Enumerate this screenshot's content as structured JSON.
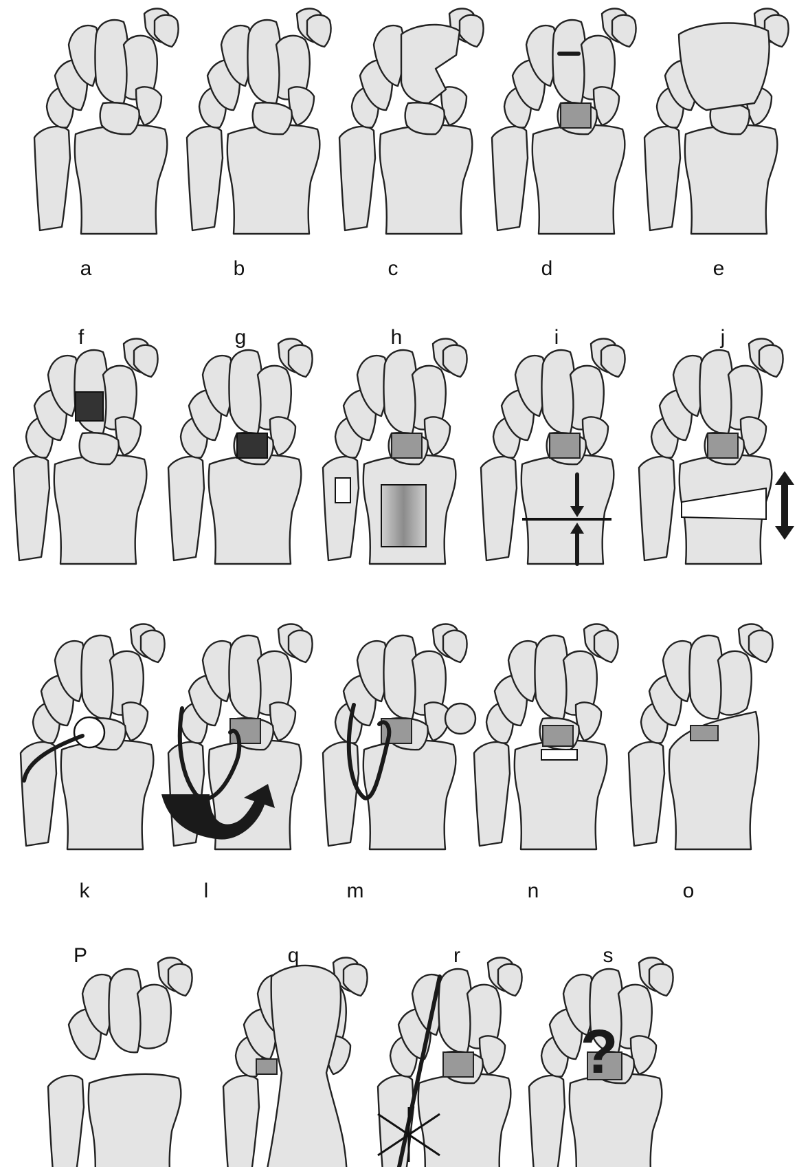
{
  "figure": {
    "panels": [
      {
        "label": "a",
        "variant": "normal"
      },
      {
        "label": "b",
        "variant": "normal"
      },
      {
        "label": "c",
        "variant": "split-capitate"
      },
      {
        "label": "d",
        "variant": "bar-and-graft"
      },
      {
        "label": "e",
        "variant": "fused-carpus"
      },
      {
        "label": "f",
        "variant": "dark-block-graft"
      },
      {
        "label": "g",
        "variant": "dark-lunate"
      },
      {
        "label": "h",
        "variant": "graft-with-radius-windows"
      },
      {
        "label": "i",
        "variant": "radius-shortening-arrows"
      },
      {
        "label": "j",
        "variant": "radius-wedge-double-arrow"
      },
      {
        "label": "k",
        "variant": "ulnar-pin-circle"
      },
      {
        "label": "l",
        "variant": "loop-with-curved-arrow"
      },
      {
        "label": "m",
        "variant": "loop-with-circle"
      },
      {
        "label": "n",
        "variant": "graft-radius-notch"
      },
      {
        "label": "o",
        "variant": "fused-radiocarpal"
      },
      {
        "label": "P",
        "variant": "proximal-row-removed"
      },
      {
        "label": "q",
        "variant": "total-fusion"
      },
      {
        "label": "r",
        "variant": "pin-with-star"
      },
      {
        "label": "s",
        "variant": "question-mark"
      }
    ]
  }
}
